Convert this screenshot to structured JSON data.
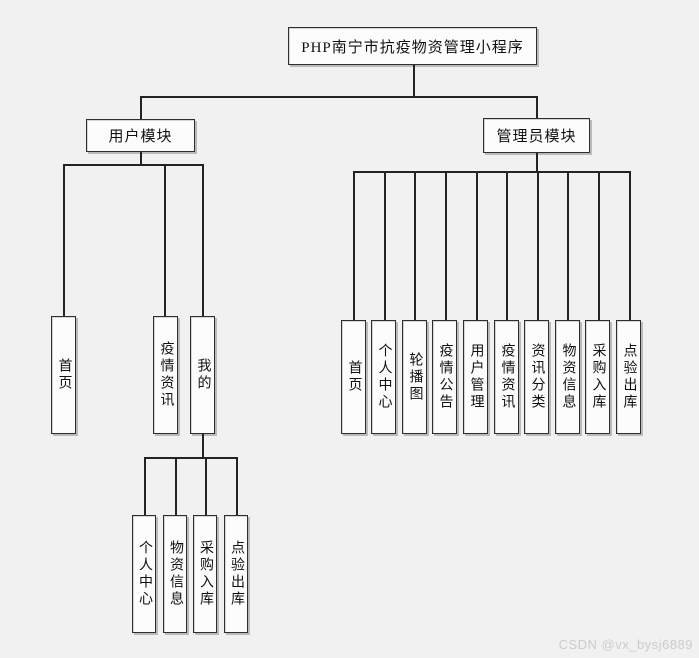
{
  "diagram": {
    "title": "PHP南宁市抗疫物资管理小程序",
    "watermark": "CSDN @vx_bysj6889",
    "modules": {
      "user": {
        "label": "用户模块",
        "children": [
          "首页",
          "疫情资讯",
          "我的"
        ],
        "my_children": [
          "个人中心",
          "物资信息",
          "采购入库",
          "点验出库"
        ]
      },
      "admin": {
        "label": "管理员模块",
        "children": [
          "首页",
          "个人中心",
          "轮播图",
          "疫情公告",
          "用户管理",
          "疫情资讯",
          "资讯分类",
          "物资信息",
          "采购入库",
          "点验出库"
        ]
      }
    },
    "colors": {
      "background": "#f1f1f2",
      "node_fill": "#fcfcfc",
      "node_border": "#2e2e2e",
      "line": "#232323",
      "watermark": "#cccccc"
    }
  }
}
